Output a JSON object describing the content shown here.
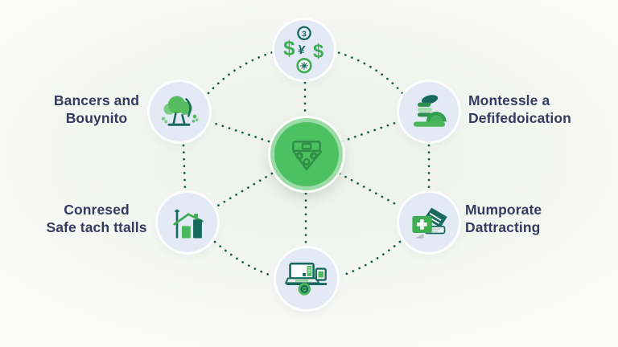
{
  "palette": {
    "background": "#f3f5f0",
    "node_fill": "#e4e9f6",
    "hub_fill": "#4cc162",
    "hub_ring": "#9bdba6",
    "connector_dots": "#155c50",
    "accent_green": "#3fae53",
    "accent_teal": "#17695e",
    "label_text": "#343b5e"
  },
  "hub": {
    "icon": "money-bill-icon"
  },
  "nodes": {
    "top": {
      "icon": "currency-exchange-icon",
      "glyphs": {
        "coin_top": "3",
        "dollar_left": "$",
        "center": "¥",
        "dollar_right": "$",
        "coin_bottom": "✳"
      }
    },
    "top_left": {
      "icon": "tree-icon",
      "label": {
        "line1": "Bancers and",
        "line2": "Bouynito"
      }
    },
    "top_right": {
      "icon": "stacked-dish-icon",
      "label": {
        "line1": "Montessle a",
        "line2": "Defifedoication"
      }
    },
    "bottom_left": {
      "icon": "house-bar-chart-icon",
      "label": {
        "line1": "Conresed",
        "line2": "Safe tach ttalls"
      }
    },
    "bottom_right": {
      "icon": "medical-card-icon",
      "label": {
        "line1": "Mumporate",
        "line2": "Dattracting"
      }
    },
    "bottom": {
      "icon": "laptop-icon"
    }
  }
}
